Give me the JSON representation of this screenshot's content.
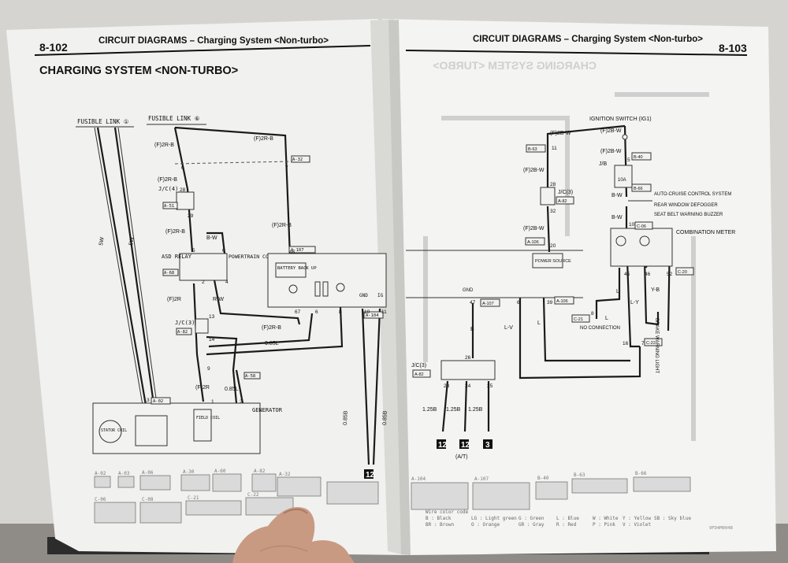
{
  "left_page": {
    "page_number": "8-102",
    "header": "CIRCUIT DIAGRAMS – Charging System <Non-turbo>",
    "section_title": "CHARGING SYSTEM <NON-TURBO>",
    "labels": {
      "fusible_link_1": "FUSIBLE LINK ①",
      "fusible_link_6": "FUSIBLE LINK ⑥",
      "wire_2rb_top": "(F)2R-B",
      "wire_2rb_mid": "(F)2R-B",
      "wire_2rb_left": "(F)2R-B",
      "wire_2rb_left2": "(F)2R-B",
      "wire_2rb_lower": "(F)2R-B",
      "wire_2rb_right": "(F)2R-B",
      "wire_2rb_gen": "(F)2R",
      "wire_5w_a": "5W",
      "wire_5w_b": "5W",
      "wire_bw": "B-W",
      "wire_rw": "R-W",
      "wire_085l_a": "0.85L",
      "wire_085l_b": "0.85L",
      "wire_085b_a": "0.85B",
      "wire_085b_b": "0.85B",
      "conn_a32": "A-32",
      "conn_a51": "A-51",
      "conn_a107": "A-107",
      "conn_a68": "A-68",
      "conn_a82": "A-82",
      "conn_a58": "A-58",
      "conn_a02": "A-02",
      "conn_a104": "A-104",
      "jc4": "J/C(4)",
      "jc3": "J/C(3)",
      "asd_relay": "ASD RELAY",
      "pcm": "POWERTRAIN CONTROL MODULE",
      "battery_backup": "BATTERY BACK UP",
      "generator": "GENERATOR",
      "stator_coil": "STATOR COIL",
      "field_coil": "FIELD COIL",
      "gnd": "GND",
      "ig": "IG",
      "pin_28": "28",
      "pin_29": "29",
      "pin_46": "46",
      "pin_6": "6",
      "pin_7": "7",
      "pin_5": "5",
      "pin_13": "13",
      "pin_14": "14",
      "pin_9": "9",
      "pin_67": "67",
      "pin_10": "10",
      "pin_8": "8",
      "pin_4": "4",
      "pin_2": "2",
      "pin_1": "1",
      "pin_3": "3",
      "pin_30": "30",
      "pin_31": "31",
      "pin_11": "11",
      "ground_12": "12"
    },
    "connectors": [
      "A-02",
      "A-03",
      "A-06",
      "A-30",
      "A-60",
      "A-82",
      "A-32",
      "C-06",
      "C-08",
      "C-21",
      "C-22"
    ]
  },
  "right_page": {
    "page_number": "8-103",
    "header": "CIRCUIT DIAGRAMS – Charging System <Non-turbo>",
    "ghost_title": "CHARGING SYSTEM <TURBO>",
    "labels": {
      "ignition_switch": "IGNITION SWITCH (IG1)",
      "wire_2bw_a": "(F)2B-W",
      "wire_2bw_b": "(F)2B-W",
      "wire_2bw_c": "(F)2B-W",
      "wire_2bw_d": "(F)2B-W",
      "wire_bw_a": "B-W",
      "wire_bw_b": "B-W",
      "wire_l_a": "L",
      "wire_l_b": "L",
      "wire_l_c": "L",
      "wire_lv": "L-V",
      "wire_ly": "L-Y",
      "wire_yb": "Y-B",
      "wire_b": "B",
      "wire_125b_a": "1.25B",
      "wire_125b_b": "1.25B",
      "wire_125b_c": "1.25B",
      "conn_b63": "B-63",
      "conn_b40": "B-40",
      "conn_b66": "B-66",
      "conn_a82": "A-82",
      "conn_a106": "A-106",
      "conn_a107": "A-107",
      "conn_c06": "C-06",
      "conn_c21": "C-21",
      "conn_c22": "C-22",
      "conn_c20": "C-20",
      "jb": "J/B",
      "fuse": "10A",
      "jc3_top": "J/C(3)",
      "jc3_bottom": "J/C(3)",
      "power_source": "POWER SOURCE",
      "auto_cruise": "AUTO-CRUISE CONTROL SYSTEM",
      "rear_window": "REAR WINDOW DEFOGGER",
      "seat_belt": "SEAT BELT WARNING BUZZER",
      "combination_meter": "COMBINATION METER",
      "no_connection": "NO CONNECTION",
      "brake_warning_light": "BRAKE WARNING LIGHT",
      "at": "(A/T)",
      "gnd": "GND",
      "pin_11": "11",
      "pin_28": "28",
      "pin_32": "32",
      "pin_20": "20",
      "pin_47": "47",
      "pin_6": "6",
      "pin_39": "39",
      "pin_8": "8",
      "pin_45": "45",
      "pin_46": "46",
      "pin_52": "52",
      "pin_16": "16",
      "pin_7": "7",
      "pin_10": "10",
      "pin_26": "26",
      "pin_23": "23",
      "pin_24": "24",
      "pin_25": "25",
      "pin_5": "5",
      "ground_12a": "12",
      "ground_12b": "12",
      "ground_3": "3"
    },
    "connectors": [
      "A-104",
      "A-107",
      "B-40",
      "B-63",
      "B-66"
    ],
    "legend": {
      "title": "Wire color code",
      "b": "B : Black",
      "br": "BR : Brown",
      "lg": "LG : Light green",
      "o": "O : Orange",
      "g": "G : Green",
      "gr": "GR : Gray",
      "l": "L : Blue",
      "r": "R : Red",
      "w": "W : White",
      "p": "P : Pink",
      "y": "Y : Yellow",
      "v": "V : Violet",
      "sb": "SB : Sky blue"
    },
    "doc_code": "9FD4M004B"
  },
  "colors": {
    "paper": "#f4f4f2",
    "ink": "#111111",
    "background": "#d4d2cf",
    "binder": "#2c2c2c",
    "skin": "#c99a82"
  }
}
